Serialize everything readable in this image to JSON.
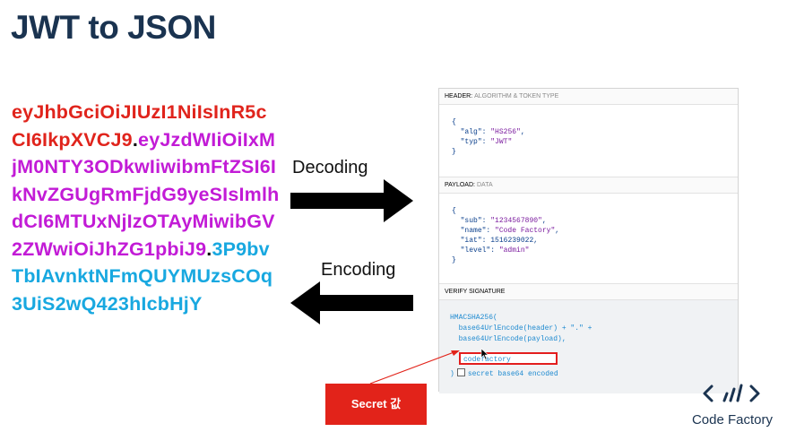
{
  "slide": {
    "title": "JWT to JSON",
    "token": {
      "header": "eyJhbGciOiJIUzI1NiIsInR5cCI6IkpXVCJ9",
      "dot1": ".",
      "payload": "eyJzdWIiOiIxMjM0NTY3ODkwIiwibmFtZSI6IkNvZGUgRmFjdG9yeSIsImlhdCI6MTUxNjIzOTAyMiwibGV2ZWwiOiJhZG1pbiJ9",
      "dot2": ".",
      "signature": "3P9bvTbIAvnktNFmQUYMUzsCOq3UiS2wQ423hIcbHjY",
      "colors": {
        "header": "#e0241c",
        "payload": "#c21bd6",
        "signature": "#18a8e0"
      }
    },
    "decoding_label": "Decoding",
    "encoding_label": "Encoding",
    "secret_button": "Secret 값",
    "brand": {
      "name": "Code Factory",
      "logo": "code-factory-logo"
    }
  },
  "decoder": {
    "header_section": {
      "title": "HEADER:",
      "subtitle": "ALGORITHM & TOKEN TYPE"
    },
    "header_json": [
      {
        "key": "\"alg\"",
        "value": "\"HS256\"",
        "sep": ","
      },
      {
        "key": "\"typ\"",
        "value": "\"JWT\"",
        "sep": ""
      }
    ],
    "payload_section": {
      "title": "PAYLOAD:",
      "subtitle": "DATA"
    },
    "payload_json": [
      {
        "key": "\"sub\"",
        "value": "\"1234567890\"",
        "sep": ","
      },
      {
        "key": "\"name\"",
        "value": "\"Code Factory\"",
        "sep": ","
      },
      {
        "key": "\"iat\"",
        "value": "1516239022",
        "sep": ","
      },
      {
        "key": "\"level\"",
        "value": "\"admin\"",
        "sep": ""
      }
    ],
    "signature_section": {
      "title": "VERIFY SIGNATURE"
    },
    "signature": {
      "line1": "HMACSHA256(",
      "line2": "  base64UrlEncode(header) + \".\" +",
      "line3": "  base64UrlEncode(payload),",
      "secret_value": "codefactory",
      "checkbox_label": "secret base64 encoded",
      "close": ")"
    }
  }
}
